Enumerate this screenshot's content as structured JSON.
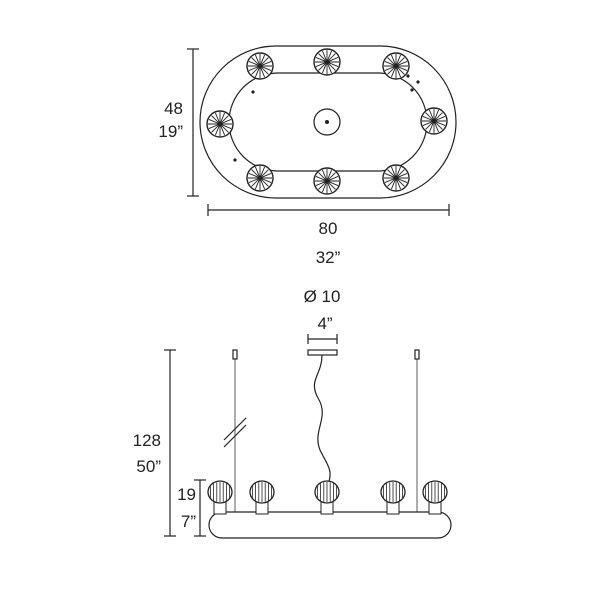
{
  "top_view": {
    "height_cm": "48",
    "height_in": "19”",
    "width_cm": "80",
    "width_in": "32”"
  },
  "side_view": {
    "canopy_diameter_cm": "Ø 10",
    "canopy_diameter_in": "4”",
    "overall_height_cm": "128",
    "overall_height_in": "50”",
    "body_height_cm": "19",
    "body_height_in": "7”"
  },
  "colors": {
    "line": "#222222",
    "fill": "#ffffff"
  },
  "icons": [
    "diffuser-icon",
    "canopy-icon",
    "break-mark-icon"
  ]
}
